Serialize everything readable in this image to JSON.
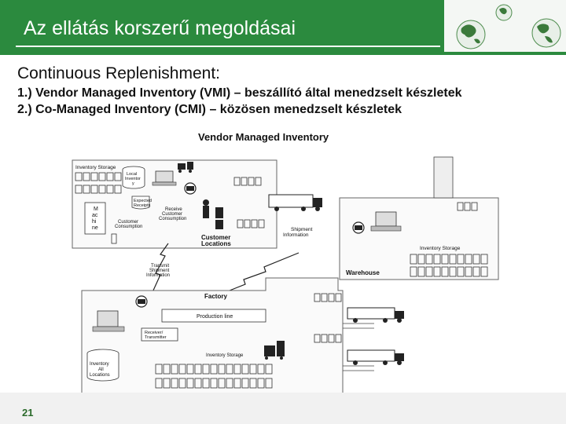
{
  "slide": {
    "title": "Az ellátás korszerű megoldásai",
    "subtitle": "Continuous Replenishment:",
    "bullets": [
      "1.) Vendor Managed Inventory (VMI) – beszállító által menedzselt készletek",
      "2.) Co-Managed Inventory (CMI) – közösen menedzselt készletek"
    ],
    "page_number": "21"
  },
  "diagram": {
    "title": "Vendor Managed Inventory",
    "customer": {
      "inventory_storage": "Inventory Storage",
      "local_inventory": [
        "Local",
        "Inventor",
        "y"
      ],
      "expected_receipts": [
        "Expected",
        "Receipts"
      ],
      "machine": [
        "M",
        "ac",
        "hi",
        "ne"
      ],
      "receive_consumption": [
        "Receive",
        "Customer",
        "Consumption"
      ],
      "customer_consumption": [
        "Customer",
        "Consumption"
      ],
      "locations": [
        "Customer",
        "Locations"
      ]
    },
    "shipment_information": [
      "Shipment",
      "Information"
    ],
    "transmit_shipment": [
      "Transmit",
      "Shipment",
      "Information"
    ],
    "warehouse": {
      "inventory_storage": "Inventory Storage",
      "label": "Warehouse"
    },
    "factory": {
      "label": "Factory",
      "production_line": "Production line",
      "receiver": [
        "Receiver/",
        "Transmitter"
      ],
      "inventory_storage": "Inventory Storage",
      "inventory_all": [
        "Inventory",
        "All",
        "Locations"
      ]
    }
  },
  "colors": {
    "brand_green": "#2b8a3e",
    "title_text": "#ffffff"
  }
}
